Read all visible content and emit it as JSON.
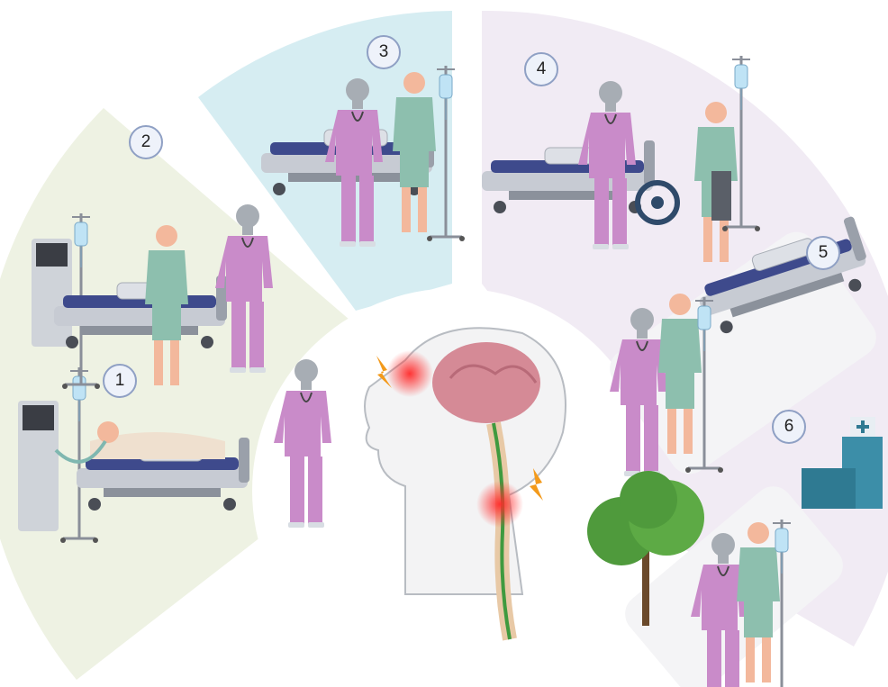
{
  "steps": [
    {
      "number": "1",
      "stage": "ventilated-supine"
    },
    {
      "number": "2",
      "stage": "sitting-edge-of-bed"
    },
    {
      "number": "3",
      "stage": "standing-with-support"
    },
    {
      "number": "4",
      "stage": "bedside-cycle-ergometer"
    },
    {
      "number": "5",
      "stage": "walking-with-iv-pole"
    },
    {
      "number": "6",
      "stage": "walking-outdoors-toward-hospital"
    }
  ],
  "colors": {
    "sector_1_2": "#eef2e3",
    "sector_3": "#d6edf2",
    "sector_4_6": "#f1ebf4",
    "badge_fill": "#eef2fa",
    "badge_border": "#8fa0c4",
    "scrubs": "#c98bc9",
    "gown": "#8dbfae",
    "mattress": "#3e4a8c",
    "brain": "#d58a96",
    "spinal_cord": "#3f9a3f",
    "lesion_glow": "#ff2a2a",
    "bolt": "#f39a1b",
    "tree": "#4f9a3c"
  },
  "icons": [
    "hospital-building-icon",
    "lightning-bolt-icon",
    "brain-icon",
    "spine-icon",
    "tree-icon",
    "iv-pole-icon"
  ]
}
